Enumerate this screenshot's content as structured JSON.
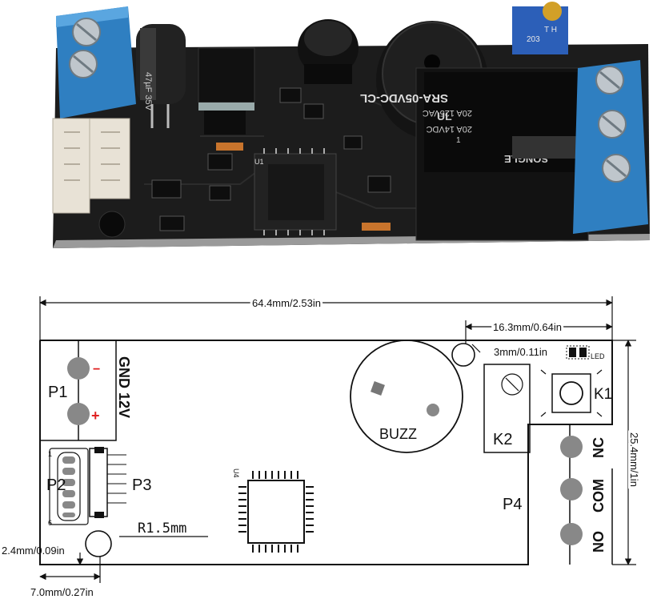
{
  "photo": {
    "capacitor_text": "47µF 35V",
    "relay_model": "SRA-05VDC-CL",
    "relay_rating_1": "20A 125VAC",
    "relay_rating_2": "20A 14VDC",
    "relay_brand": "SONGLE",
    "relay_pin_mark": "1",
    "ic_label": "U1",
    "pot_code": "203",
    "pot_marks": "T H",
    "ul_mark": "UL"
  },
  "dimensions": {
    "overall_width": "64.4mm/2.53in",
    "right_block_width": "16.3mm/0.64in",
    "hole_small": "3mm/0.11in",
    "overall_height": "25.4mm/1in",
    "hole_offset": "2.4mm/0.09in",
    "hole_left_offset": "7.0mm/0.27in"
  },
  "labels": {
    "p1": "P1",
    "p1_pins": "GND 12V",
    "p1_minus": "−",
    "p1_plus": "+",
    "p2": "P2",
    "p2_pin_top": "1",
    "p2_pin_bottom": "6",
    "p3": "P3",
    "u4": "U4",
    "r15": "R1.5mm",
    "buzz": "BUZZ",
    "led": "LED",
    "k1": "K1",
    "k2": "K2",
    "p4": "P4",
    "nc": "NC",
    "com": "COM",
    "no": "NO"
  },
  "colors": {
    "board": "#1a1a1a",
    "terminal_blue": "#2f7fc1",
    "relay": "#151515",
    "line": "#111111",
    "pad": "#888888",
    "plus_red": "#e02020"
  }
}
